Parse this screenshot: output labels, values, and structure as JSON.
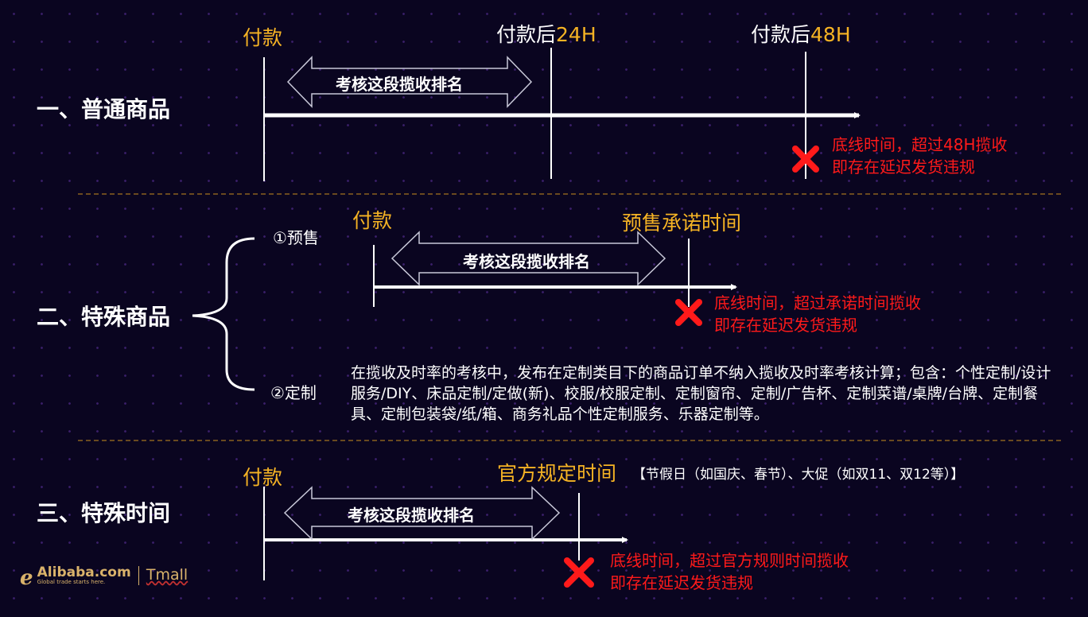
{
  "sections": [
    {
      "title": "一、普通商品",
      "start": "付款",
      "mid_prefix": "付款后",
      "mid_value": "24H",
      "end_prefix": "付款后",
      "end_value": "48H",
      "arrow": "考核这段揽收排名",
      "warn1": "底线时间，超过48H揽收",
      "warn2": "即存在延迟发货违规"
    },
    {
      "title": "二、特殊商品",
      "presale": "①预售",
      "custom": "②定制",
      "start": "付款",
      "end": "预售承诺时间",
      "arrow": "考核这段揽收排名",
      "warn1": "底线时间，超过承诺时间揽收",
      "warn2": "即存在延迟发货违规",
      "paragraph": "在揽收及时率的考核中，发布在定制类目下的商品订单不纳入揽收及时率考核计算；包含：个性定制/设计服务/DIY、床品定制/定做(新)、校服/校服定制、定制窗帘、定制/广告杯、定制菜谱/桌牌/台牌、定制餐具、定制包装袋/纸/箱、商务礼品个性定制服务、乐器定制等。"
    },
    {
      "title": "三、特殊时间",
      "start": "付款",
      "end": "官方规定时间",
      "end_note": "【节假日（如国庆、春节）、大促（如双11、双12等）】",
      "arrow": "考核这段揽收排名",
      "warn1": "底线时间，超过官方规则时间揽收",
      "warn2": "即存在延迟发货违规"
    }
  ],
  "logo": {
    "brand": "Alibaba.com",
    "tagline": "Global trade starts here.",
    "partner": "Tmall"
  },
  "colors": {
    "accent": "#f5b324",
    "warning": "#ff1a1a",
    "background": "#0a0520"
  }
}
